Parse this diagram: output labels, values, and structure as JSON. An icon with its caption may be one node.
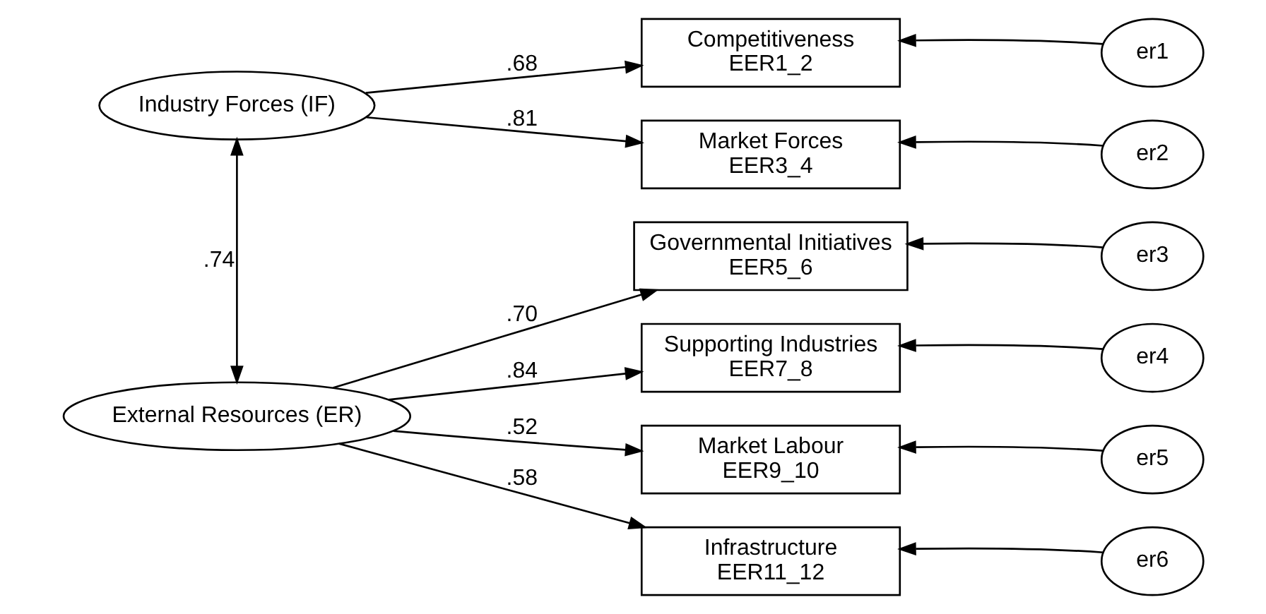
{
  "diagram": {
    "nodes": [
      {
        "text": [
          "Industry Forces (IF)"
        ]
      },
      {
        "text": [
          "Competitiveness",
          "EER1_2"
        ]
      },
      {
        "text": [
          "er1"
        ]
      },
      {
        "text": [
          "Market Forces",
          "EER3_4"
        ]
      },
      {
        "text": [
          "er2"
        ]
      },
      {
        "text": [
          "Governmental Initiatives",
          "EER5_6"
        ]
      },
      {
        "text": [
          "er3"
        ]
      },
      {
        "text": [
          "External Resources (ER)"
        ]
      },
      {
        "text": [
          "Supporting Industries",
          "EER7_8"
        ]
      },
      {
        "text": [
          "er4"
        ]
      },
      {
        "text": [
          "Market Labour",
          "EER9_10"
        ]
      },
      {
        "text": [
          "er5"
        ]
      },
      {
        "text": [
          "Infrastructure",
          "EER11_12"
        ]
      },
      {
        "text": [
          "er6"
        ]
      }
    ],
    "edges": [
      {
        "from": 0,
        "to": 7,
        "arrow": "both",
        "label": ".74"
      },
      {
        "from": 0,
        "to": 1,
        "arrow": "to",
        "label": ".68"
      },
      {
        "from": 0,
        "to": 3,
        "arrow": "to",
        "label": ".81"
      },
      {
        "from": 7,
        "to": 5,
        "arrow": "to",
        "label": ".70"
      },
      {
        "from": 7,
        "to": 8,
        "arrow": "to",
        "label": ".84"
      },
      {
        "from": 7,
        "to": 10,
        "arrow": "to",
        "label": ".52"
      },
      {
        "from": 7,
        "to": 12,
        "arrow": "to",
        "label": ".58"
      },
      {
        "from": 2,
        "to": 1,
        "arrow": "to"
      },
      {
        "from": 4,
        "to": 3,
        "arrow": "to"
      },
      {
        "from": 6,
        "to": 5,
        "arrow": "to"
      },
      {
        "from": 9,
        "to": 8,
        "arrow": "to"
      },
      {
        "from": 11,
        "to": 10,
        "arrow": "to"
      },
      {
        "from": 13,
        "to": 12,
        "arrow": "to"
      }
    ]
  }
}
